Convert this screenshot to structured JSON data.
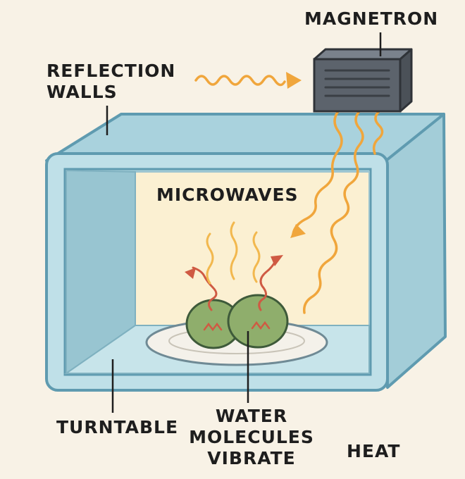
{
  "labels": {
    "magnetron": "MAGNETRON",
    "reflection_walls": [
      "REFLECTION",
      "WALLS"
    ],
    "microwaves": "MICROWAVES",
    "turntable": "TURNTABLE",
    "water_molecules": [
      "WATER",
      "MOLECULES",
      "VIBRATE"
    ],
    "heat": "HEAT"
  },
  "colors": {
    "background": "#f8f2e6",
    "oven_body": "#b9dde6",
    "oven_outline": "#5f9bb0",
    "cavity_back": "#fbf0d2",
    "magnetron": "#5c636c",
    "wave": "#f0a63c",
    "steam": "#f2b84e",
    "vibration_arrow": "#cf5a43",
    "food": "#8fae6c",
    "plate": "#f4f1ea",
    "text": "#1e1e1e"
  }
}
